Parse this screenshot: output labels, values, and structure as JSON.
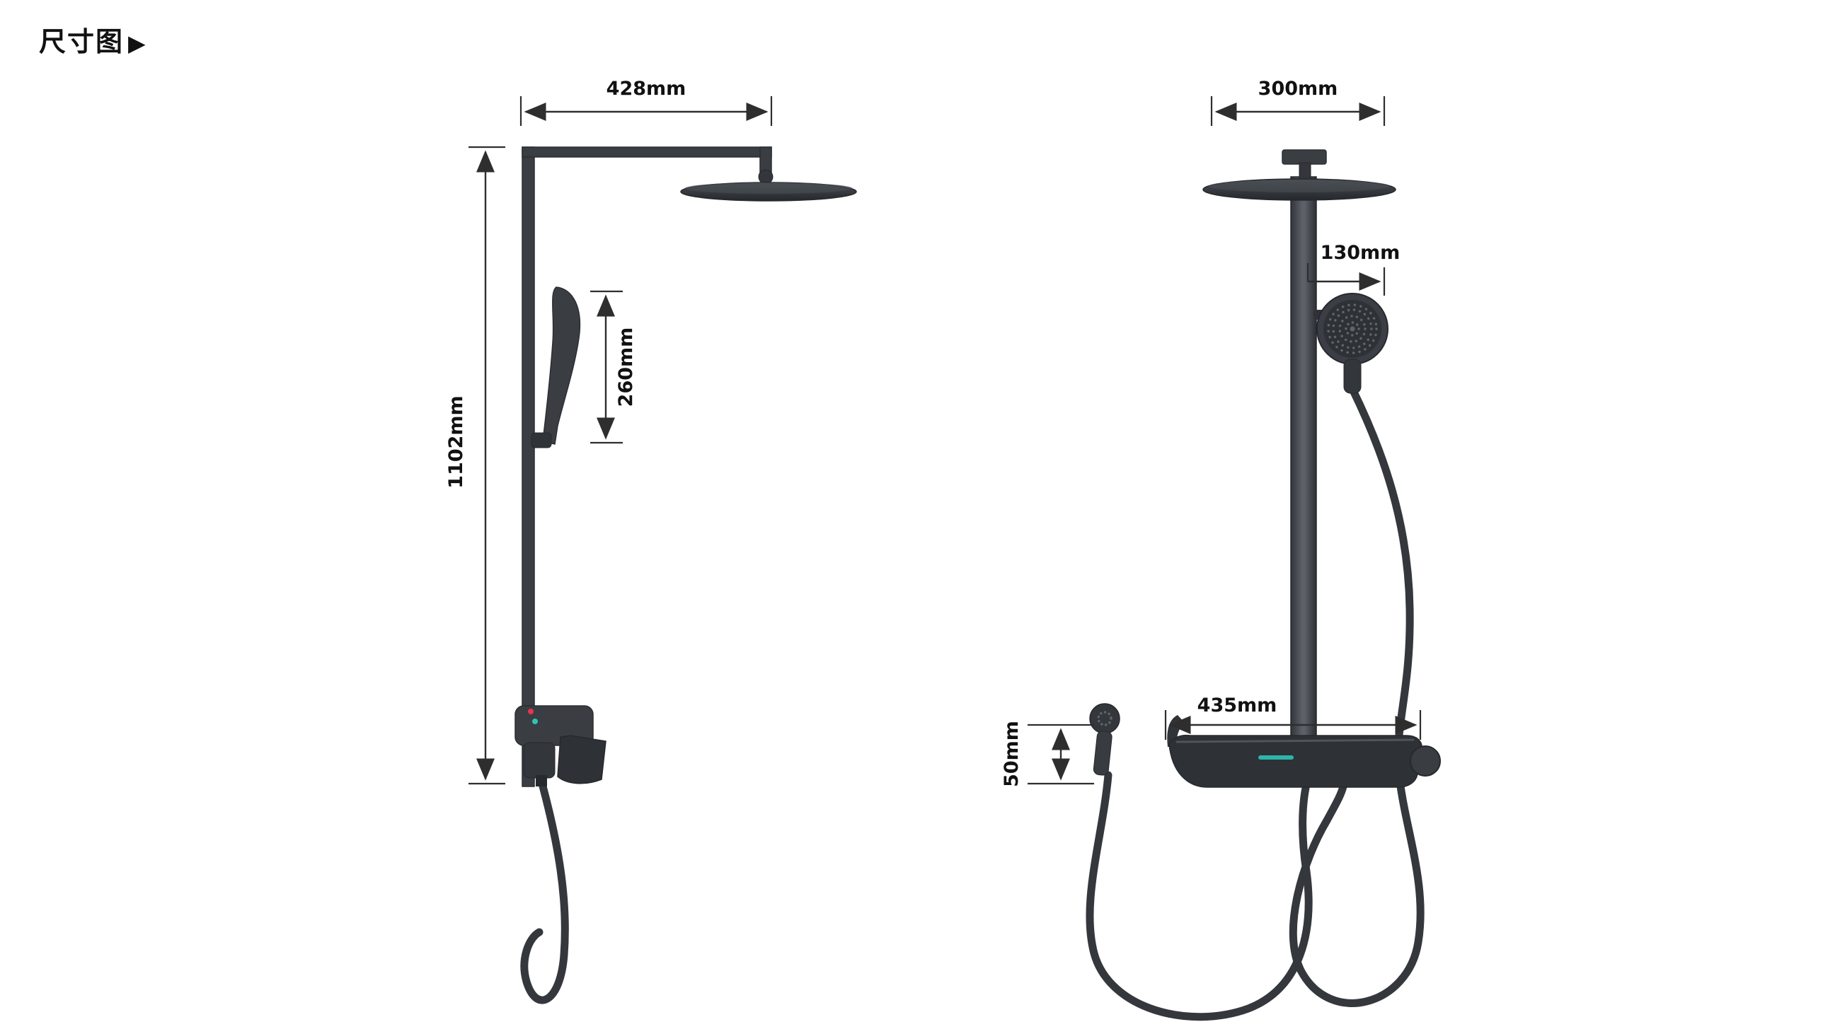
{
  "title": {
    "text": "尺寸图",
    "arrow": "▶"
  },
  "left_view": {
    "dim_top_width": "428mm",
    "dim_total_height": "1102mm",
    "dim_hand_shower": "260mm"
  },
  "right_view": {
    "dim_head_width": "300mm",
    "dim_hand_shower_offset": "130mm",
    "dim_shelf_width": "435mm",
    "dim_shelf_height": "50mm"
  },
  "colors": {
    "background": "#ffffff",
    "dimension_line": "#2e2e2e",
    "label_text": "#111111",
    "product_metal": "#3a3d42",
    "accent_red": "#e8344f",
    "accent_teal": "#2ec4b6"
  }
}
